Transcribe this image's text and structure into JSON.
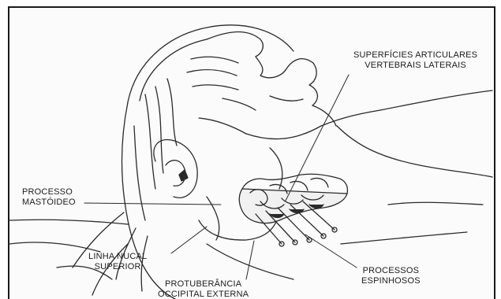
{
  "labels": {
    "articular_line1": "SUPERFÍCIES ARTICULARES",
    "articular_line2": "VERTEBRAIS LATERAIS",
    "mastoid_line1": "PROCESSO",
    "mastoid_line2": "MASTÓIDEO",
    "nuchal_line1": "LINHA NUCAL",
    "nuchal_line2": "SUPERIOR",
    "protuberance_line1": "PROTUBERÂNCIA",
    "protuberance_line2": "OCCIPITAL EXTERNA",
    "spinous_line1": "PROCESSOS",
    "spinous_line2": "ESPINHOSOS"
  },
  "colors": {
    "ink": "#2a2a2a",
    "border": "#1a1a1a"
  }
}
